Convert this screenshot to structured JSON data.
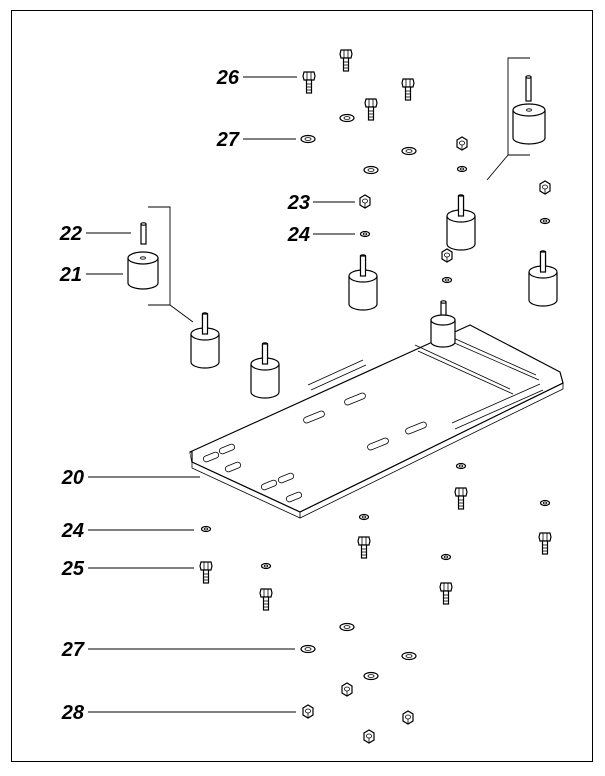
{
  "diagram": {
    "callouts": [
      {
        "id": "c26",
        "label": "26"
      },
      {
        "id": "c27a",
        "label": "27"
      },
      {
        "id": "c23",
        "label": "23"
      },
      {
        "id": "c24a",
        "label": "24"
      },
      {
        "id": "c22",
        "label": "22"
      },
      {
        "id": "c21",
        "label": "21"
      },
      {
        "id": "c20",
        "label": "20"
      },
      {
        "id": "c24b",
        "label": "24"
      },
      {
        "id": "c25",
        "label": "25"
      },
      {
        "id": "c27b",
        "label": "27"
      },
      {
        "id": "c28",
        "label": "28"
      }
    ]
  }
}
